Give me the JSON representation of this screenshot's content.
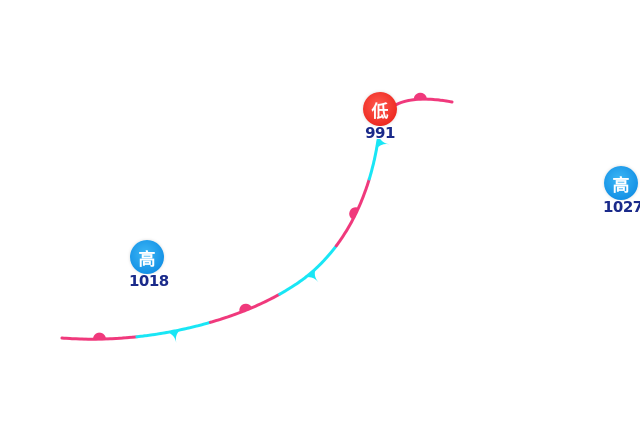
{
  "map": {
    "centers": [
      {
        "type": "high",
        "glyph": "高",
        "pressure": "1018",
        "color": "#1592e6"
      },
      {
        "type": "low",
        "glyph": "低",
        "pressure": "991",
        "color": "#ee2b22"
      },
      {
        "type": "high",
        "glyph": "高",
        "pressure": "1027",
        "color": "#1592e6"
      }
    ],
    "fronts": [
      {
        "name": "stationary-front",
        "colors": {
          "warm": "#f0397c",
          "cold": "#19e6f5"
        }
      }
    ]
  }
}
